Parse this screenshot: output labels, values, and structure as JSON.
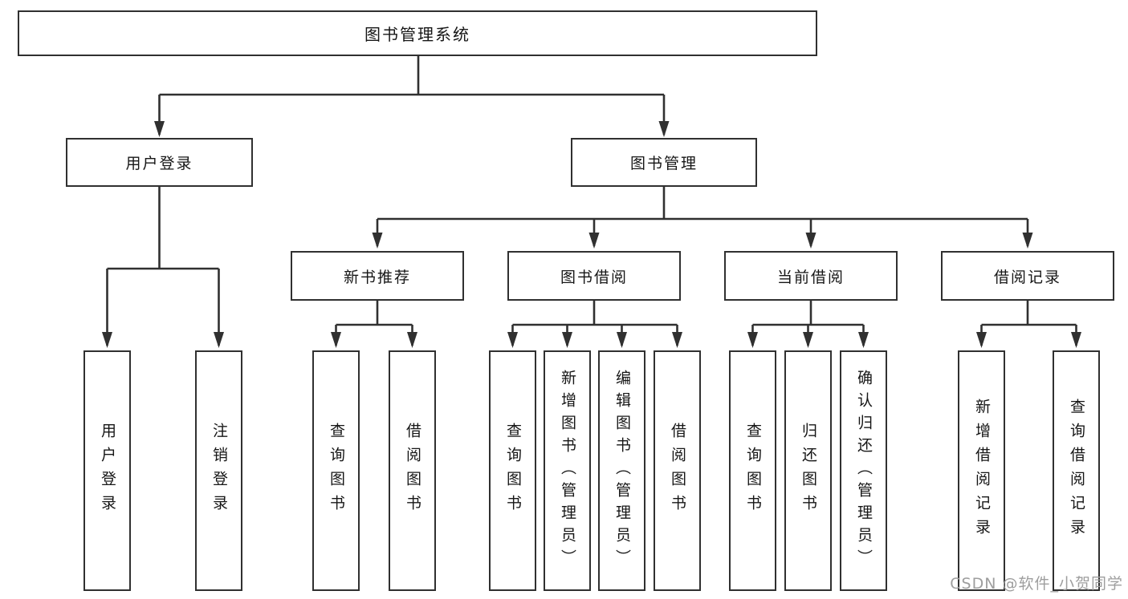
{
  "page": {
    "background": "#ffffff"
  },
  "colors": {
    "line": "#303030",
    "box_border": "#303030",
    "text": "#161616",
    "watermark": "#9e9e9e"
  },
  "diagram": {
    "type": "hierarchy-tree",
    "root": {
      "label": "图书管理系统"
    },
    "branches": {
      "user": {
        "label": "用户登录",
        "children": [
          {
            "label": "用户登录"
          },
          {
            "label": "注销登录"
          }
        ]
      },
      "books": {
        "label": "图书管理",
        "sections": [
          {
            "label": "新书推荐",
            "children": [
              {
                "label": "查询图书"
              },
              {
                "label": "借阅图书"
              }
            ]
          },
          {
            "label": "图书借阅",
            "children": [
              {
                "label": "查询图书"
              },
              {
                "label": "新增图书（管理员）"
              },
              {
                "label": "编辑图书（管理员）"
              },
              {
                "label": "借阅图书"
              }
            ]
          },
          {
            "label": "当前借阅",
            "children": [
              {
                "label": "查询图书"
              },
              {
                "label": "归还图书"
              },
              {
                "label": "确认归还（管理员）"
              }
            ]
          },
          {
            "label": "借阅记录",
            "children": [
              {
                "label": "新增借阅记录"
              },
              {
                "label": "查询借阅记录"
              }
            ]
          }
        ]
      }
    }
  },
  "watermark": {
    "text": "CSDN @软件_小贺同学"
  }
}
